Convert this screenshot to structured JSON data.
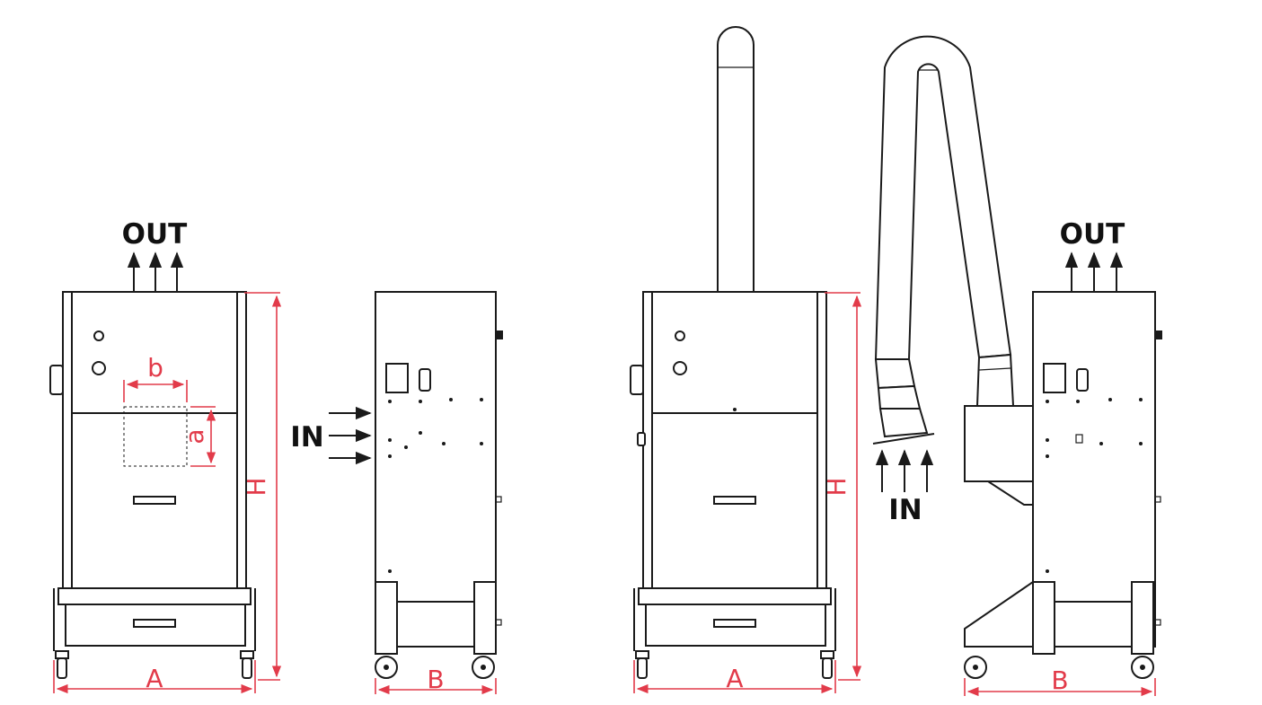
{
  "labels": {
    "out": "OUT",
    "in": "IN",
    "dim_a": "A",
    "dim_b": "B",
    "dim_h": "H",
    "dim_small_a": "a",
    "dim_small_b": "b"
  },
  "colors": {
    "line": "#1a1a1a",
    "dimension": "#e23b4a",
    "background": "#ffffff"
  }
}
